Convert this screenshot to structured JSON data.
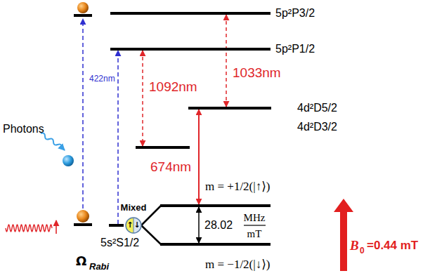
{
  "diagram": {
    "nodes": [
      {
        "text": [
          "5p²P3/2"
        ]
      },
      {
        "text": [
          "5p²P1/2"
        ]
      },
      {
        "text": [
          "4d²D5/2"
        ]
      },
      {
        "text": [
          "4d²D3/2"
        ]
      },
      {
        "text": [
          "5s²S1/2"
        ]
      },
      {
        "text": [
          "m = +1/2(|↑⟩)"
        ]
      },
      {
        "text": [
          "m = −1/2(|↓⟩)"
        ]
      },
      {
        "text": [
          "Mixed",
          "↑",
          "↓"
        ]
      }
    ],
    "edges": [
      {
        "from": 4,
        "to": 1,
        "arrow": "to",
        "label": "422nm"
      },
      {
        "from": 1,
        "to": 3,
        "arrow": "both",
        "label": "1092nm"
      },
      {
        "from": 0,
        "to": 2,
        "arrow": "both",
        "label": "1033nm"
      },
      {
        "from": 2,
        "to": 5,
        "arrow": "both",
        "label": "674nm"
      },
      {
        "from": 5,
        "to": 6,
        "arrow": "both",
        "label": "28.02"
      },
      {
        "from": 7,
        "to": 5,
        "arrow": "none"
      },
      {
        "from": 7,
        "to": 6,
        "arrow": "none"
      }
    ],
    "labels": [
      "Photons",
      "Ω",
      "Rabi",
      "B",
      "0",
      "=0.44 mT",
      "MHz",
      "mT"
    ]
  }
}
